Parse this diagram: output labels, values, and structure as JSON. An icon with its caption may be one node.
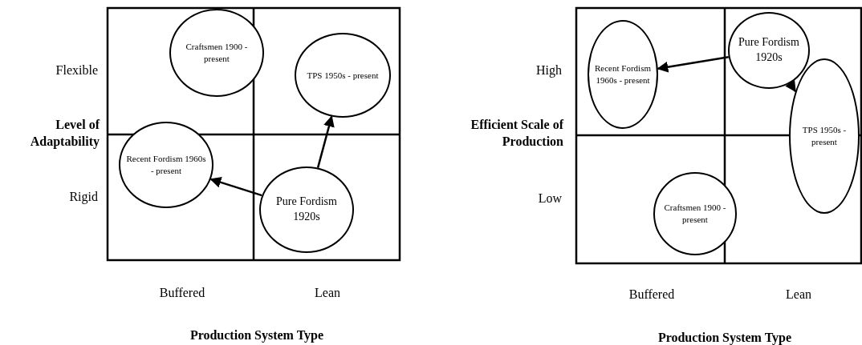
{
  "diagram": {
    "nodes": [
      {
        "text": [
          "Craftsmen 1900 - present"
        ]
      },
      {
        "text": [
          "TPS 1950s - present"
        ]
      },
      {
        "text": [
          "Recent Fordism 1960s - present"
        ]
      },
      {
        "text": [
          "Pure Fordism 1920s"
        ]
      },
      {
        "text": [
          "Pure Fordism 1920s"
        ]
      },
      {
        "text": [
          "Recent Fordism 1960s - present"
        ]
      },
      {
        "text": [
          "TPS 1950s - present"
        ]
      },
      {
        "text": [
          "Craftsmen 1900 - present"
        ]
      }
    ],
    "edges": [
      {
        "from": 3,
        "to": 2,
        "arrow": "to"
      },
      {
        "from": 3,
        "to": 1,
        "arrow": "to"
      },
      {
        "from": 4,
        "to": 5,
        "arrow": "to"
      },
      {
        "from": 4,
        "to": 6,
        "arrow": "to"
      }
    ],
    "labels": [
      "Flexible",
      "Level of Adaptability",
      "Rigid",
      "Buffered",
      "Lean",
      "Production System Type",
      "High",
      "Efficient Scale of Production",
      "Low",
      "Buffered",
      "Lean",
      "Production System Type"
    ]
  }
}
